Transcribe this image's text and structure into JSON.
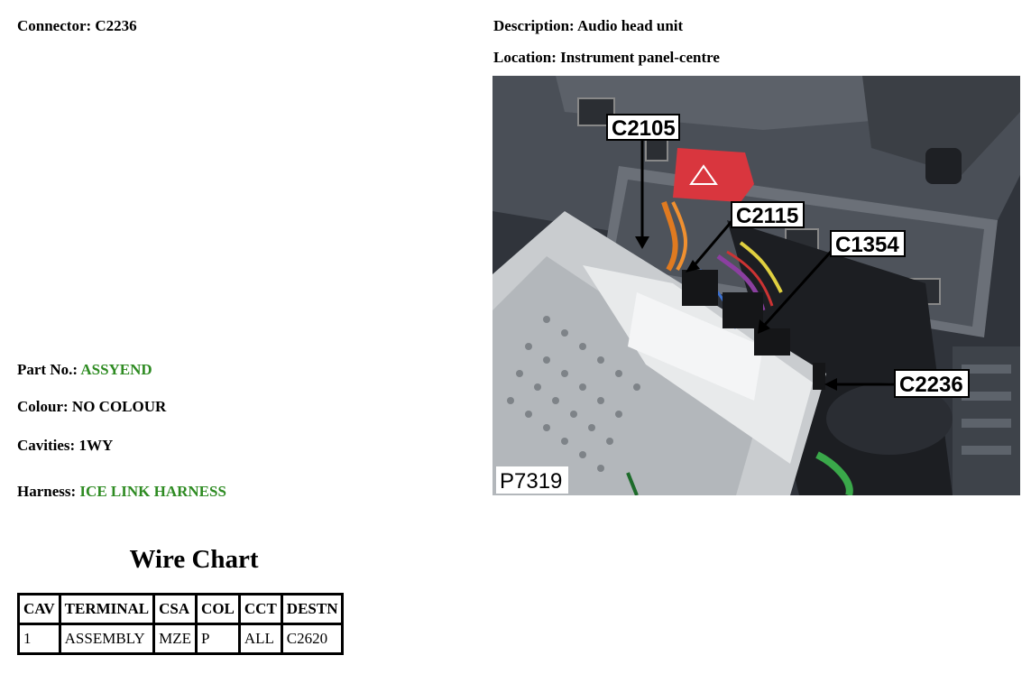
{
  "connector": {
    "label": "Connector:",
    "value": "C2236"
  },
  "description": {
    "label": "Description:",
    "value": "Audio head unit"
  },
  "location": {
    "label": "Location:",
    "value": "Instrument panel-centre"
  },
  "part_no": {
    "label": "Part No.:",
    "value": "ASSYEND"
  },
  "colour": {
    "label": "Colour:",
    "value": "NO COLOUR"
  },
  "cavities": {
    "label": "Cavities:",
    "value": "1WY"
  },
  "harness": {
    "label": "Harness:",
    "value": "ICE LINK HARNESS"
  },
  "photo": {
    "callouts": [
      "C2105",
      "C2115",
      "C1354",
      "C2236"
    ],
    "ref": "P7319"
  },
  "wire_chart": {
    "title": "Wire Chart",
    "headers": [
      "CAV",
      "TERMINAL",
      "CSA",
      "COL",
      "CCT",
      "DESTN"
    ],
    "rows": [
      [
        "1",
        "ASSEMBLY",
        "MZE",
        "P",
        "ALL",
        "C2620"
      ]
    ]
  },
  "colors": {
    "green_value": "#2e8b22"
  }
}
